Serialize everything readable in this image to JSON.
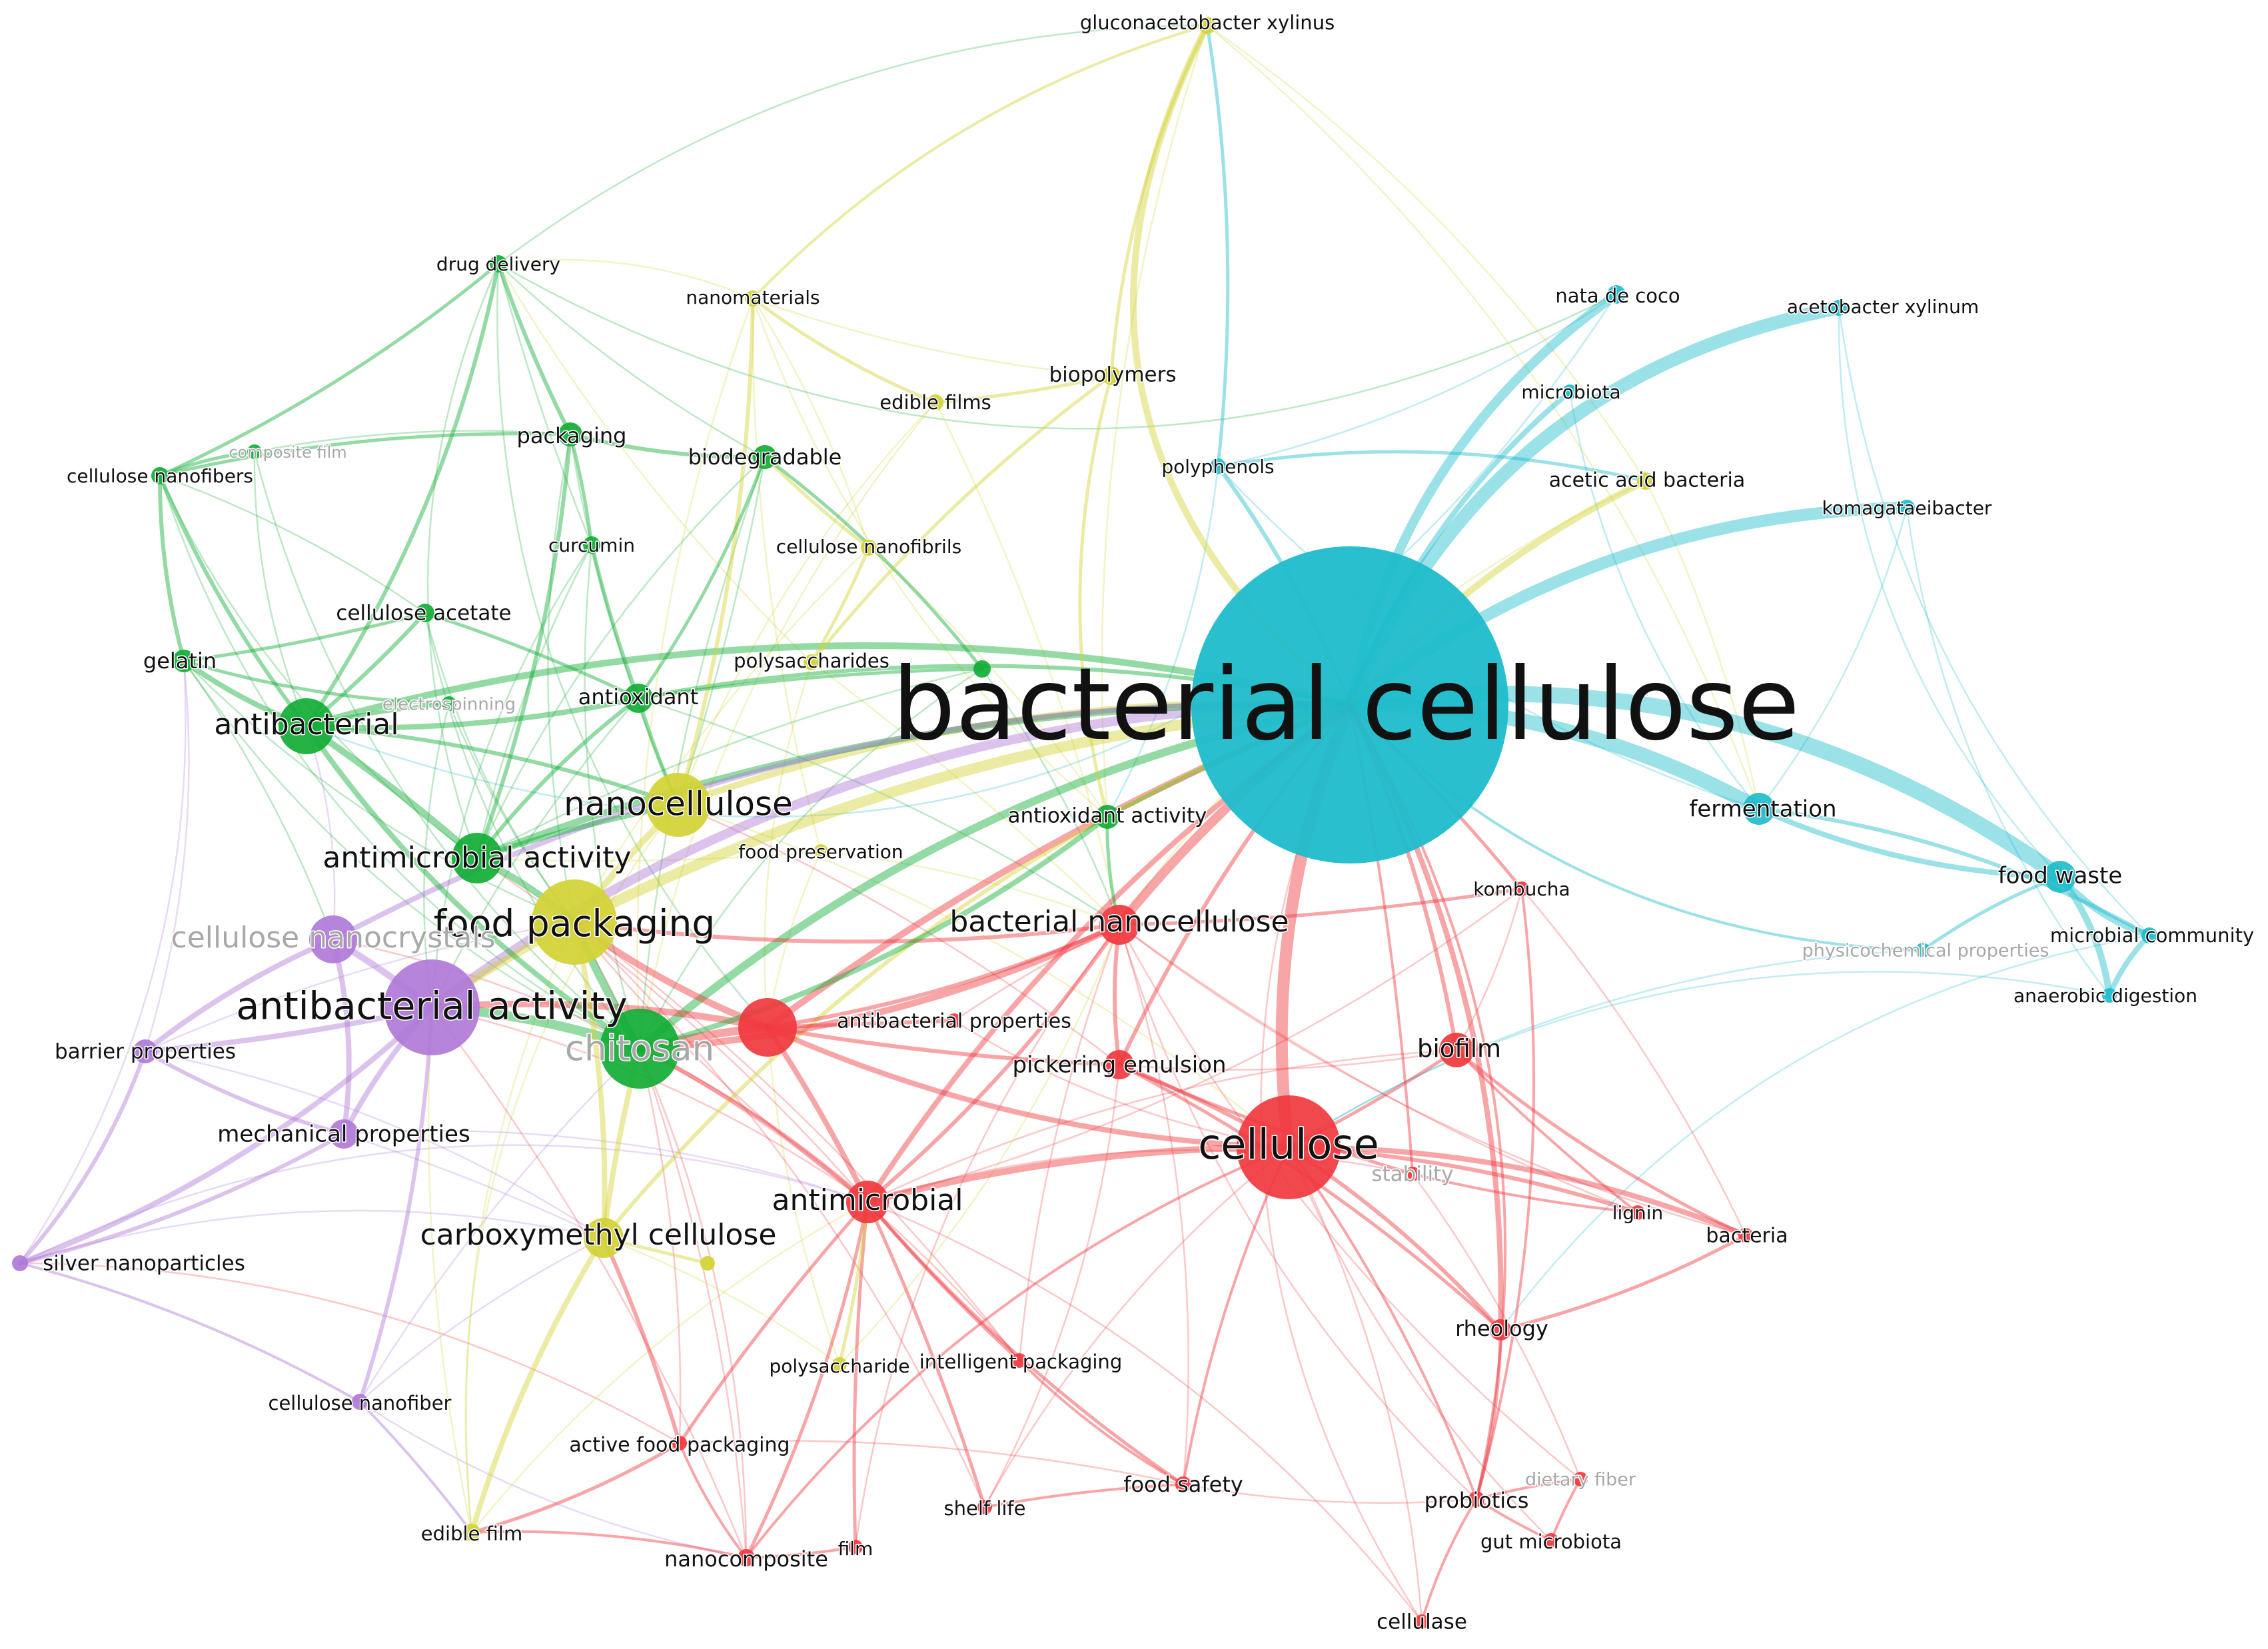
{
  "colors": {
    "red": "#f0383f",
    "green": "#12ad35",
    "cyan": "#1fbccb",
    "yellow": "#d2d335",
    "purple": "#b07ad8",
    "label": "#111111",
    "faded_label": "#a8a8a8"
  },
  "nodes": [
    {
      "id": "bacterial-cellulose",
      "label": "bacterial cellulose",
      "cluster": "cyan",
      "weight": 100
    },
    {
      "id": "cellulose",
      "label": "cellulose",
      "cluster": "red",
      "weight": 38
    },
    {
      "id": "antibacterial-activity",
      "label": "antibacterial activity",
      "cluster": "purple",
      "weight": 32
    },
    {
      "id": "food-packaging",
      "label": "food packaging",
      "cluster": "yellow",
      "weight": 28
    },
    {
      "id": "chitosan",
      "label": "chitosan",
      "cluster": "green",
      "weight": 26,
      "faded": true
    },
    {
      "id": "nanocellulose",
      "label": "nanocellulose",
      "cluster": "yellow",
      "weight": 20
    },
    {
      "id": "antibacterial",
      "label": "antibacterial",
      "cluster": "green",
      "weight": 17
    },
    {
      "id": "antimicrobial-activity",
      "label": "antimicrobial activity",
      "cluster": "green",
      "weight": 16
    },
    {
      "id": "cellulose-nanocrystals",
      "label": "cellulose nanocrystals",
      "cluster": "purple",
      "weight": 15,
      "faded": true
    },
    {
      "id": "bacterial-nanocellulose",
      "label": "bacterial nanocellulose",
      "cluster": "red",
      "weight": 13
    },
    {
      "id": "antimicrobial",
      "label": "antimicrobial",
      "cluster": "red",
      "weight": 13
    },
    {
      "id": "carboxymethyl-cellulose",
      "label": "carboxymethyl cellulose",
      "cluster": "yellow",
      "weight": 12
    },
    {
      "id": "antibacterial-properties-hub",
      "label": "",
      "cluster": "red",
      "weight": 19
    },
    {
      "id": "biofilm",
      "label": "biofilm",
      "cluster": "red",
      "weight": 11
    },
    {
      "id": "fermentation",
      "label": "fermentation",
      "cluster": "cyan",
      "weight": 10
    },
    {
      "id": "food-waste",
      "label": "food waste",
      "cluster": "cyan",
      "weight": 10
    },
    {
      "id": "antioxidant",
      "label": "antioxidant",
      "cluster": "green",
      "weight": 9
    },
    {
      "id": "pickering-emulsion",
      "label": "pickering emulsion",
      "cluster": "red",
      "weight": 9
    },
    {
      "id": "mechanical-properties",
      "label": "mechanical properties",
      "cluster": "purple",
      "weight": 9
    },
    {
      "id": "packaging",
      "label": "packaging",
      "cluster": "green",
      "weight": 8
    },
    {
      "id": "biodegradable",
      "label": "biodegradable",
      "cluster": "green",
      "weight": 8
    },
    {
      "id": "antioxidant-activity",
      "label": "antioxidant activity",
      "cluster": "green",
      "weight": 8
    },
    {
      "id": "gelatin",
      "label": "gelatin",
      "cluster": "green",
      "weight": 7
    },
    {
      "id": "rheology",
      "label": "rheology",
      "cluster": "red",
      "weight": 7
    },
    {
      "id": "nata-de-coco",
      "label": "nata de coco",
      "cluster": "cyan",
      "weight": 7
    },
    {
      "id": "barrier-properties",
      "label": "barrier properties",
      "cluster": "purple",
      "weight": 7
    },
    {
      "id": "silver-nanoparticles",
      "label": "silver nanoparticles",
      "cluster": "purple",
      "weight": 6
    },
    {
      "id": "cellulose-acetate",
      "label": "cellulose acetate",
      "cluster": "green",
      "weight": 6
    },
    {
      "id": "curcumin",
      "label": "curcumin",
      "cluster": "green",
      "weight": 6
    },
    {
      "id": "drug-delivery",
      "label": "drug delivery",
      "cluster": "green",
      "weight": 6
    },
    {
      "id": "cellulose-nanofibers",
      "label": "cellulose nanofibers",
      "cluster": "green",
      "weight": 6
    },
    {
      "id": "composite-film",
      "label": "composite film",
      "cluster": "green",
      "weight": 5,
      "faded": true
    },
    {
      "id": "electrospinning",
      "label": "electrospinning",
      "cluster": "green",
      "weight": 5,
      "faded": true
    },
    {
      "id": "hydrogel",
      "label": "",
      "cluster": "green",
      "weight": 6
    },
    {
      "id": "nanomaterials",
      "label": "nanomaterials",
      "cluster": "yellow",
      "weight": 6
    },
    {
      "id": "edible-films",
      "label": "edible films",
      "cluster": "yellow",
      "weight": 6
    },
    {
      "id": "biopolymers",
      "label": "biopolymers",
      "cluster": "yellow",
      "weight": 7
    },
    {
      "id": "cellulose-nanofibrils",
      "label": "cellulose nanofibrils",
      "cluster": "yellow",
      "weight": 6
    },
    {
      "id": "polysaccharides",
      "label": "polysaccharides",
      "cluster": "yellow",
      "weight": 6
    },
    {
      "id": "gluconacetobacter-xylinus",
      "label": "gluconacetobacter xylinus",
      "cluster": "yellow",
      "weight": 6
    },
    {
      "id": "acetic-acid-bacteria",
      "label": "acetic acid bacteria",
      "cluster": "yellow",
      "weight": 6
    },
    {
      "id": "polyphenols",
      "label": "polyphenols",
      "cluster": "cyan",
      "weight": 6
    },
    {
      "id": "acetobacter-xylinum",
      "label": "acetobacter xylinum",
      "cluster": "cyan",
      "weight": 6
    },
    {
      "id": "microbiota",
      "label": "microbiota",
      "cluster": "cyan",
      "weight": 5
    },
    {
      "id": "komagataeibacter",
      "label": "komagataeibacter",
      "cluster": "cyan",
      "weight": 6
    },
    {
      "id": "physicochemical-properties",
      "label": "physicochemical properties",
      "cluster": "cyan",
      "weight": 5,
      "faded": true
    },
    {
      "id": "microbial-community",
      "label": "microbial community",
      "cluster": "cyan",
      "weight": 5
    },
    {
      "id": "anaerobic-digestion",
      "label": "anaerobic digestion",
      "cluster": "cyan",
      "weight": 5
    },
    {
      "id": "kombucha",
      "label": "kombucha",
      "cluster": "red",
      "weight": 5
    },
    {
      "id": "food-preservation",
      "label": "food preservation",
      "cluster": "yellow",
      "weight": 5
    },
    {
      "id": "antibacterial-properties",
      "label": "antibacterial properties",
      "cluster": "red",
      "weight": 5
    },
    {
      "id": "stability",
      "label": "stability",
      "cluster": "red",
      "weight": 5,
      "faded": true
    },
    {
      "id": "lignin",
      "label": "lignin",
      "cluster": "red",
      "weight": 5
    },
    {
      "id": "bacteria",
      "label": "bacteria",
      "cluster": "red",
      "weight": 5
    },
    {
      "id": "intelligent-packaging",
      "label": "intelligent packaging",
      "cluster": "red",
      "weight": 5
    },
    {
      "id": "polysaccharide",
      "label": "polysaccharide",
      "cluster": "yellow",
      "weight": 5
    },
    {
      "id": "active-food-packaging",
      "label": "active food packaging",
      "cluster": "red",
      "weight": 5
    },
    {
      "id": "food-safety",
      "label": "food safety",
      "cluster": "red",
      "weight": 6
    },
    {
      "id": "shelf-life",
      "label": "shelf life",
      "cluster": "red",
      "weight": 5
    },
    {
      "id": "nanocomposite",
      "label": "nanocomposite",
      "cluster": "red",
      "weight": 6
    },
    {
      "id": "film",
      "label": "film",
      "cluster": "red",
      "weight": 5
    },
    {
      "id": "probiotics",
      "label": "probiotics",
      "cluster": "red",
      "weight": 6
    },
    {
      "id": "dietary-fiber",
      "label": "dietary fiber",
      "cluster": "red",
      "weight": 5,
      "faded": true
    },
    {
      "id": "gut-microbiota",
      "label": "gut microbiota",
      "cluster": "red",
      "weight": 5
    },
    {
      "id": "cellulase",
      "label": "cellulase",
      "cluster": "red",
      "weight": 5
    },
    {
      "id": "cellulose-nanofiber",
      "label": "cellulose nanofiber",
      "cluster": "purple",
      "weight": 5
    },
    {
      "id": "edible-film",
      "label": "edible film",
      "cluster": "yellow",
      "weight": 6
    },
    {
      "id": "yellow-small",
      "label": "",
      "cluster": "yellow",
      "weight": 5
    }
  ]
}
